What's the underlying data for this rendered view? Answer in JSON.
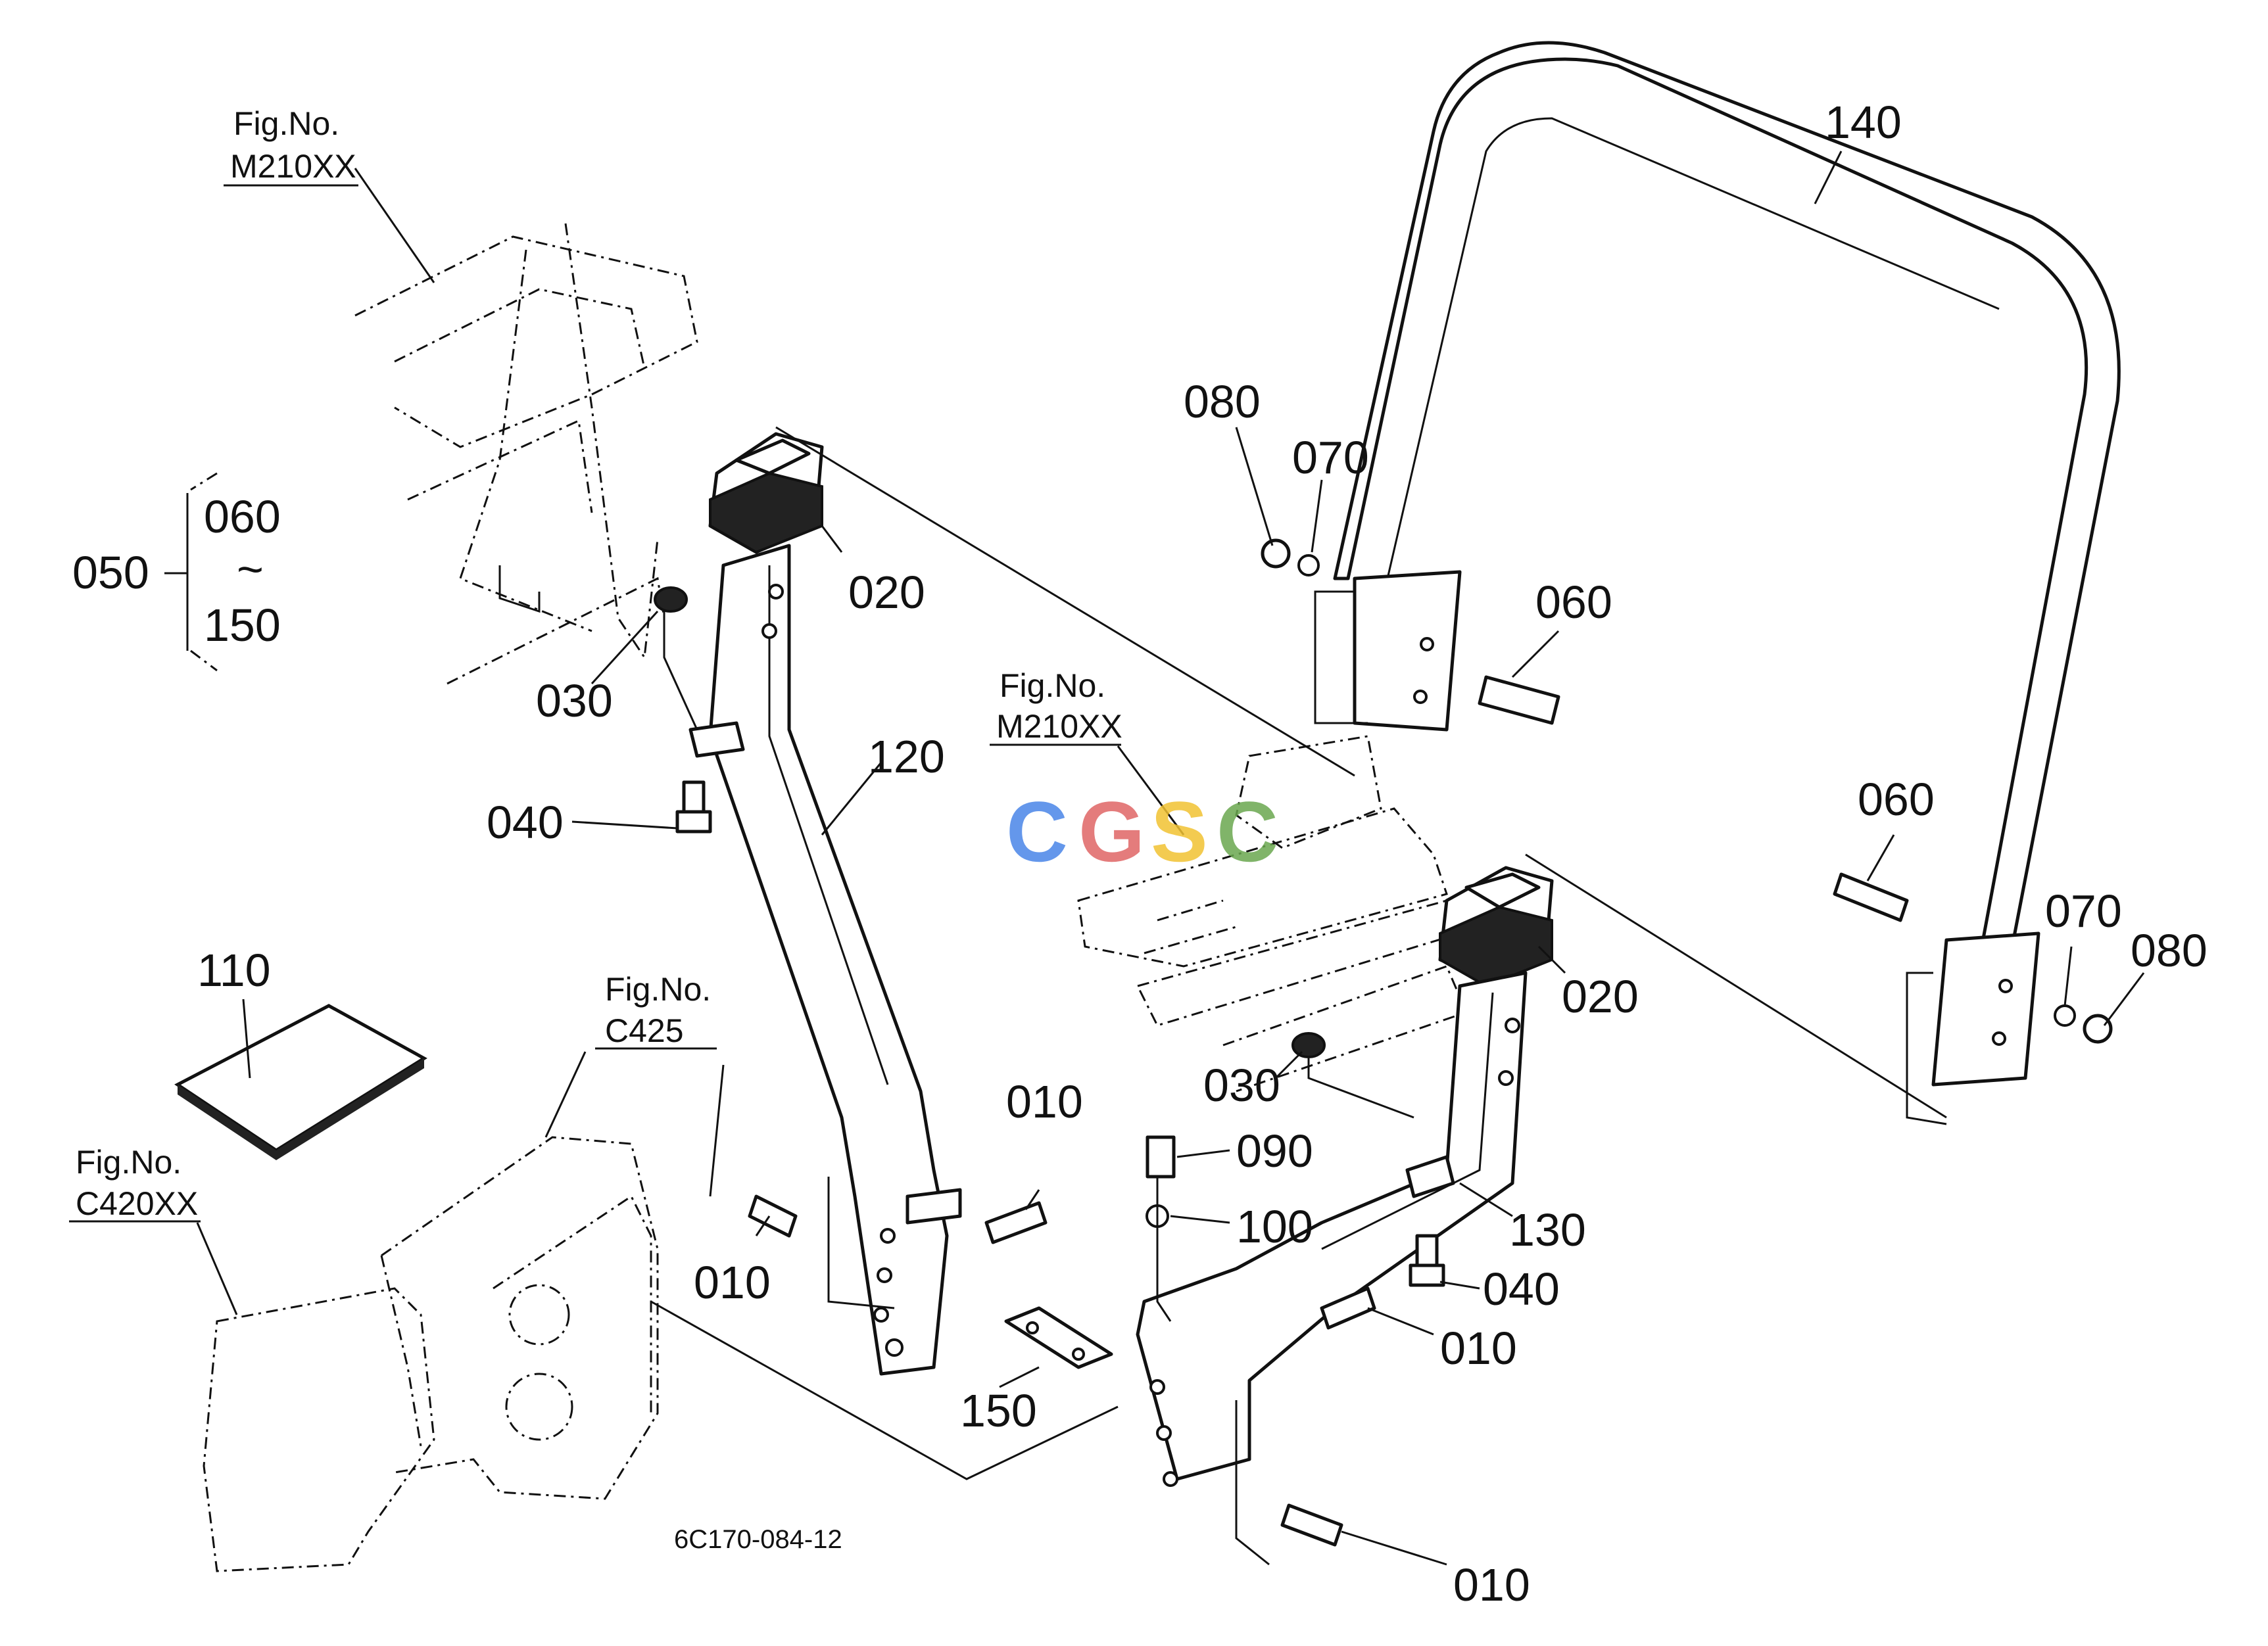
{
  "callouts": {
    "c010a": "010",
    "c010b": "010",
    "c010c": "010",
    "c010d": "010",
    "c020a": "020",
    "c020b": "020",
    "c030a": "030",
    "c030b": "030",
    "c040a": "040",
    "c040b": "040",
    "c050": "050",
    "c060a": "060",
    "c060b": "060",
    "c060c": "060",
    "c070a": "070",
    "c070b": "070",
    "c080a": "080",
    "c080b": "080",
    "c090": "090",
    "c100": "100",
    "c110": "110",
    "c120": "120",
    "c130": "130",
    "c140": "140",
    "c150a": "150",
    "c150b": "150",
    "tilde": "~"
  },
  "fig_refs": {
    "fig1_label": "Fig.No.",
    "fig1_code": "M210XX",
    "fig2_label": "Fig.No.",
    "fig2_code": "M210XX",
    "fig3_label": "Fig.No.",
    "fig3_code": "C425",
    "fig4_label": "Fig.No.",
    "fig4_code": "C420XX"
  },
  "drawing_code": "6C170-084-12",
  "watermark": {
    "letters": [
      "C",
      "G",
      "S",
      "C"
    ],
    "colors": [
      "#4a86e8",
      "#e06666",
      "#f1c232",
      "#6aa84f"
    ]
  }
}
